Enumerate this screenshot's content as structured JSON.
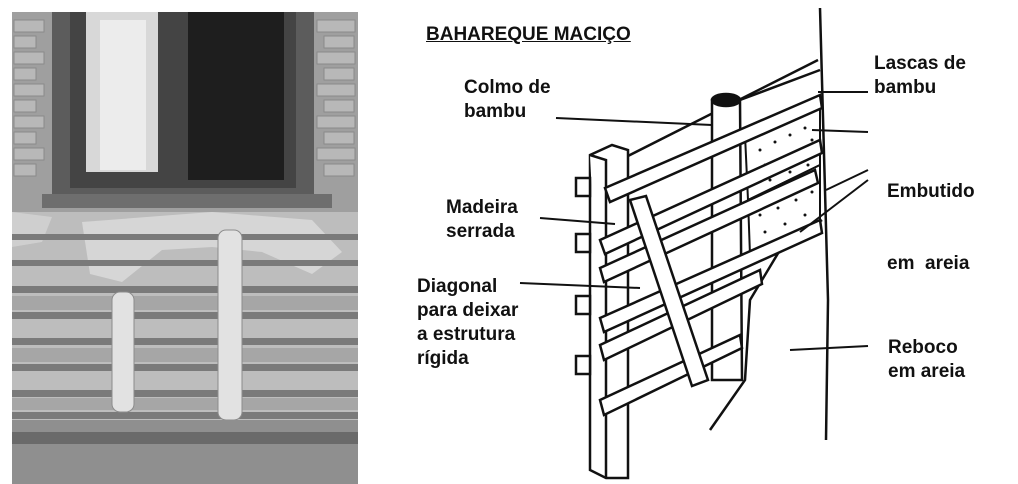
{
  "diagram": {
    "title": "BAHAREQUE MACIÇO",
    "labels": {
      "colmo": [
        "Colmo de",
        "bambu"
      ],
      "madeira": [
        "Madeira",
        "serrada"
      ],
      "diagonal": [
        "Diagonal",
        "para deixar",
        "a estrutura",
        "rígida"
      ],
      "lascas": [
        "Lascas de",
        "bambu"
      ],
      "embutido": [
        "Embutido",
        "em  areia"
      ],
      "reboco": [
        "Reboco",
        "em areia"
      ]
    },
    "colors": {
      "photo_bg": "#c9c9c9",
      "photo_dark": "#3a3a3a",
      "ink": "#111111"
    }
  }
}
